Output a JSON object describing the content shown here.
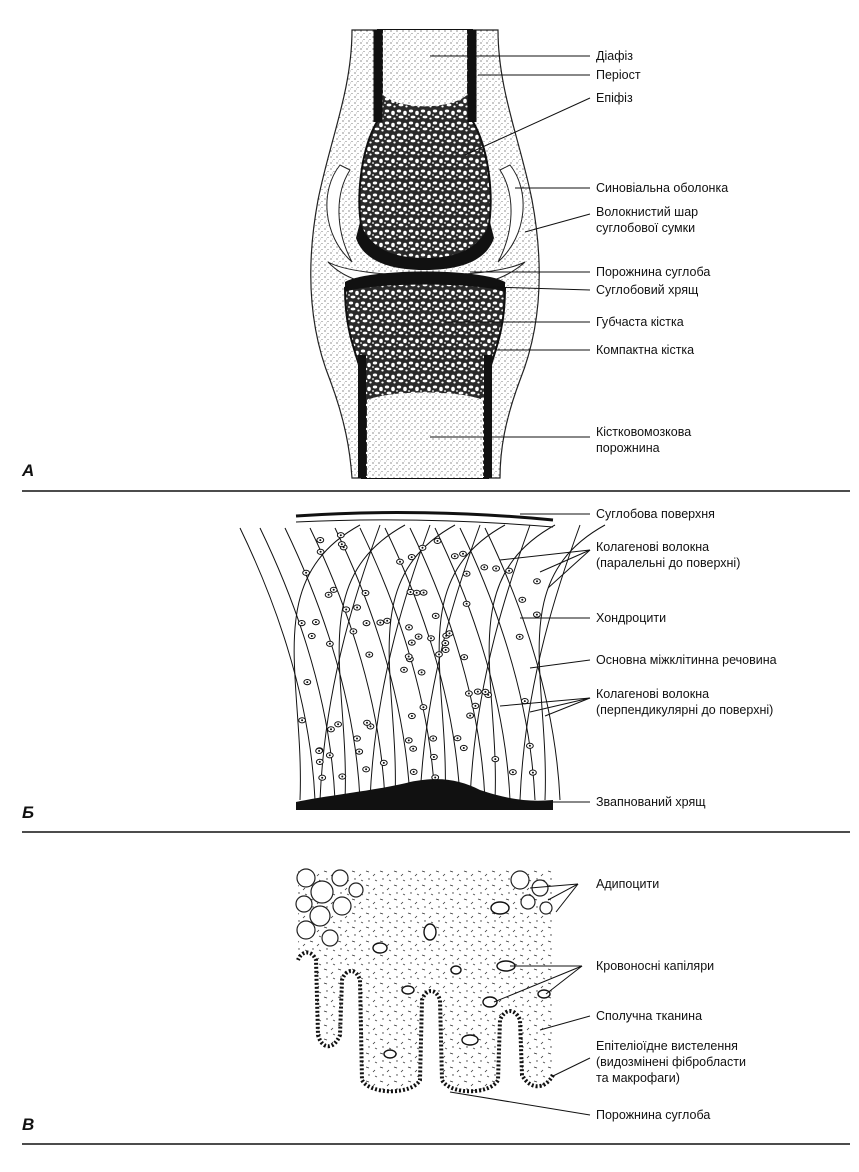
{
  "panels": {
    "a": {
      "letter": "А",
      "labels": [
        {
          "id": "diaphysis",
          "lines": [
            "Діафіз"
          ]
        },
        {
          "id": "periosteum",
          "lines": [
            "Періост"
          ]
        },
        {
          "id": "epiphysis",
          "lines": [
            "Епіфіз"
          ]
        },
        {
          "id": "synovial",
          "lines": [
            "Синовіальна оболонка"
          ]
        },
        {
          "id": "fibrous",
          "lines": [
            "Волокнистий шар",
            "суглобової сумки"
          ]
        },
        {
          "id": "cavity",
          "lines": [
            "Порожнина суглоба"
          ]
        },
        {
          "id": "cartilage",
          "lines": [
            "Суглобовий хрящ"
          ]
        },
        {
          "id": "spongy",
          "lines": [
            "Губчаста кістка"
          ]
        },
        {
          "id": "compact",
          "lines": [
            "Компактна кістка"
          ]
        },
        {
          "id": "marrow",
          "lines": [
            "Кістковомозкова",
            "порожнина"
          ]
        }
      ]
    },
    "b": {
      "letter": "Б",
      "labels": [
        {
          "id": "surface",
          "lines": [
            "Суглобова поверхня"
          ]
        },
        {
          "id": "collagen-par",
          "lines": [
            "Колагенові волокна",
            "(паралельні до поверхні)"
          ]
        },
        {
          "id": "chondrocytes",
          "lines": [
            "Хондроцити"
          ]
        },
        {
          "id": "matrix",
          "lines": [
            "Основна міжклітинна речовина"
          ]
        },
        {
          "id": "collagen-perp",
          "lines": [
            "Колагенові волокна",
            "(перпендикулярні до поверхні)"
          ]
        },
        {
          "id": "calcified",
          "lines": [
            "Звапнований хрящ"
          ]
        }
      ]
    },
    "c": {
      "letter": "В",
      "labels": [
        {
          "id": "adipocytes",
          "lines": [
            "Адипоцити"
          ]
        },
        {
          "id": "capillaries",
          "lines": [
            "Кровоносні капіляри"
          ]
        },
        {
          "id": "connective",
          "lines": [
            "Сполучна тканина"
          ]
        },
        {
          "id": "epithelioid",
          "lines": [
            "Епітеліоїдне вистелення",
            "(видозмінені фібробласти",
            "та макрофаги)"
          ]
        },
        {
          "id": "joint-cavity",
          "lines": [
            "Порожнина суглоба"
          ]
        }
      ]
    }
  }
}
